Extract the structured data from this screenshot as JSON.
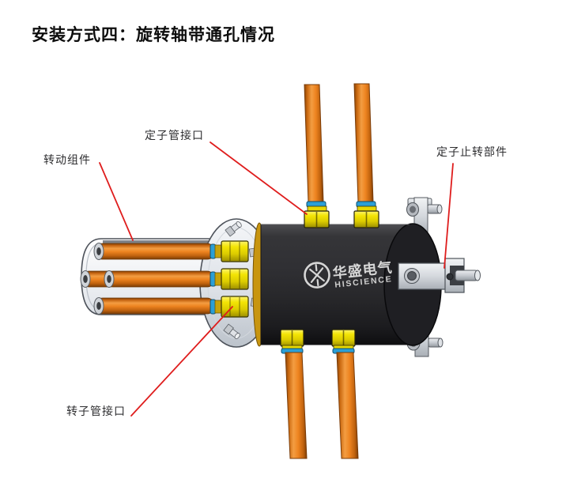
{
  "page": {
    "title": "安装方式四：旋转轴带通孔情况"
  },
  "diagram": {
    "labels": {
      "rotating_assembly": "转动组件",
      "stator_pipe_port": "定子管接口",
      "stator_anti_rotation": "定子止转部件",
      "rotor_pipe_port": "转子管接口"
    },
    "brand": {
      "cn": "华盛电气",
      "en": "HISCIENCE"
    },
    "colors": {
      "leader_line_red": "#df1d1d",
      "pipe_orange": "#ec8420",
      "fitting_yellow": "#efdf00",
      "seal_blue": "#2b9fd6",
      "brass_gold": "#c7a30a",
      "stator_body_black": "#28282b",
      "metal_gray": "#d7dbe0",
      "label_text": "#2e2e30"
    }
  }
}
